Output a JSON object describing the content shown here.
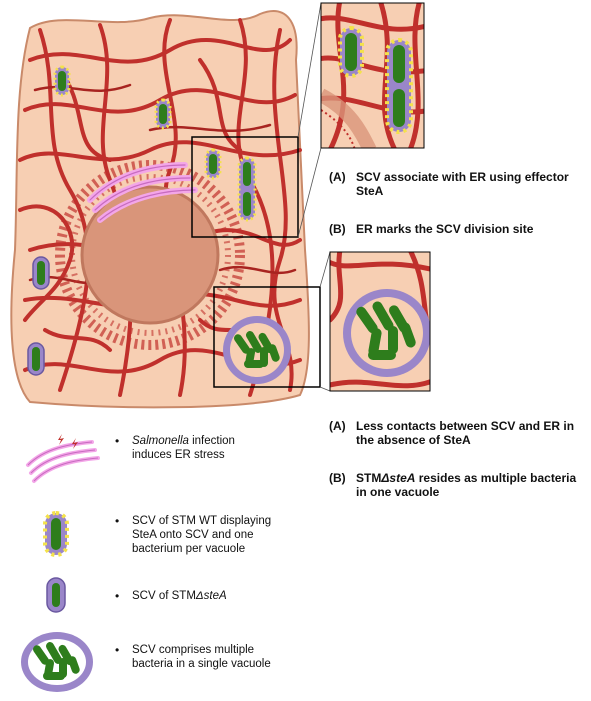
{
  "annotations": {
    "top_a_label": "(A)",
    "top_a_text": "SCV associate with ER using effector SteA",
    "top_b_label": "(B)",
    "top_b_text": "ER marks the SCV division site",
    "bottom_a_label": "(A)",
    "bottom_a_text": "Less contacts between SCV and ER in the absence of SteA",
    "bottom_b_label": "(B)",
    "bottom_b_prefix": "STM",
    "bottom_b_italic": "ΔsteA",
    "bottom_b_rest": " resides as multiple bacteria in one vacuole"
  },
  "legend": {
    "bullet": "•",
    "item1_italic": "Salmonella",
    "item1_rest": "infection induces ER stress",
    "item2": "SCV of STM WT displaying SteA onto SCV and one bacterium per vacuole",
    "item3_prefix": "SCV of STM",
    "item3_italic": "ΔsteA",
    "item4": "SCV comprises multiple bacteria in a single vacuole"
  },
  "colors": {
    "cell": "#f7cfb3",
    "cell_outline": "#c98a6a",
    "nucleus": "#d9957a",
    "er": "#c0302c",
    "golgi": "#f3a6e8",
    "bacterium": "#2e7d1c",
    "vacuole": "#9a86c9",
    "stea": "#f4e24a"
  }
}
